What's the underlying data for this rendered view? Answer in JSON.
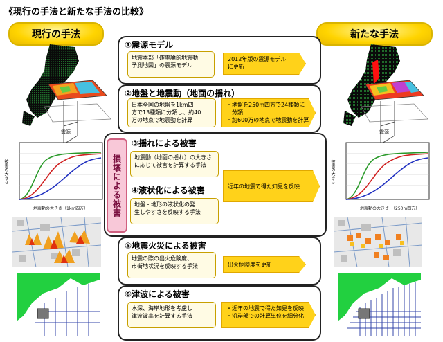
{
  "title": "《現行の手法と新たな手法の比較》",
  "headers": {
    "left": "現行の手法",
    "right": "新たな手法"
  },
  "damage_label": "損壊による被害",
  "sections": [
    {
      "title": "①震源モデル",
      "old": [
        "地震本部「確率論的地震動",
        "予測地図」の震源モデル"
      ],
      "new": [
        "2012年版の震源モデル",
        "に更新"
      ]
    },
    {
      "title": "②地盤と地震動（地面の揺れ）",
      "old": [
        "日本全国の地盤を1km四",
        "方で13種類に分類し、約40",
        "万の地点で地震動を計算"
      ],
      "new": [
        "・地盤を250m四方で24種類に",
        "　分類",
        "・約600万の地点で地震動を計算"
      ]
    },
    {
      "title": "③揺れによる被害",
      "old": [
        "地震動（地面の揺れ）の大きさ",
        "に応じて被害を計算する手法"
      ],
      "new": [
        "近年の地震で得た知見を反映"
      ]
    },
    {
      "title": "④液状化による被害",
      "old": [
        "地盤・地形の液状化の発",
        "生しやすさを反映する手法"
      ],
      "new": []
    },
    {
      "title": "⑤地震火災による被害",
      "old": [
        "地震の際の出火危険度、",
        "市街地状況を反映する手法"
      ],
      "new": [
        "出火危険度を更新"
      ]
    },
    {
      "title": "⑥津波による被害",
      "old": [
        "水深、海岸地形を考慮し",
        "津波波高を計算する手法"
      ],
      "new": [
        "・近年の地震で得た知見を反映",
        "・沿岸部での計算単位を細分化"
      ]
    }
  ],
  "left_figs": {
    "epicenter": "震源",
    "ylabel": "被害の大きさ",
    "xlabel": "地震動の大きさ（1km四方）"
  },
  "right_figs": {
    "epicenter": "震源",
    "ylabel": "被害の大きさ",
    "xlabel": "地震動の大きさ　（250m四方）"
  },
  "colors": {
    "header_fill": "#ffd400",
    "new_box": "#ffd21a",
    "damage_box": "#f8c8d8",
    "curve_green": "#2a9a2a",
    "curve_red": "#d02020",
    "curve_blue": "#2030c0"
  }
}
